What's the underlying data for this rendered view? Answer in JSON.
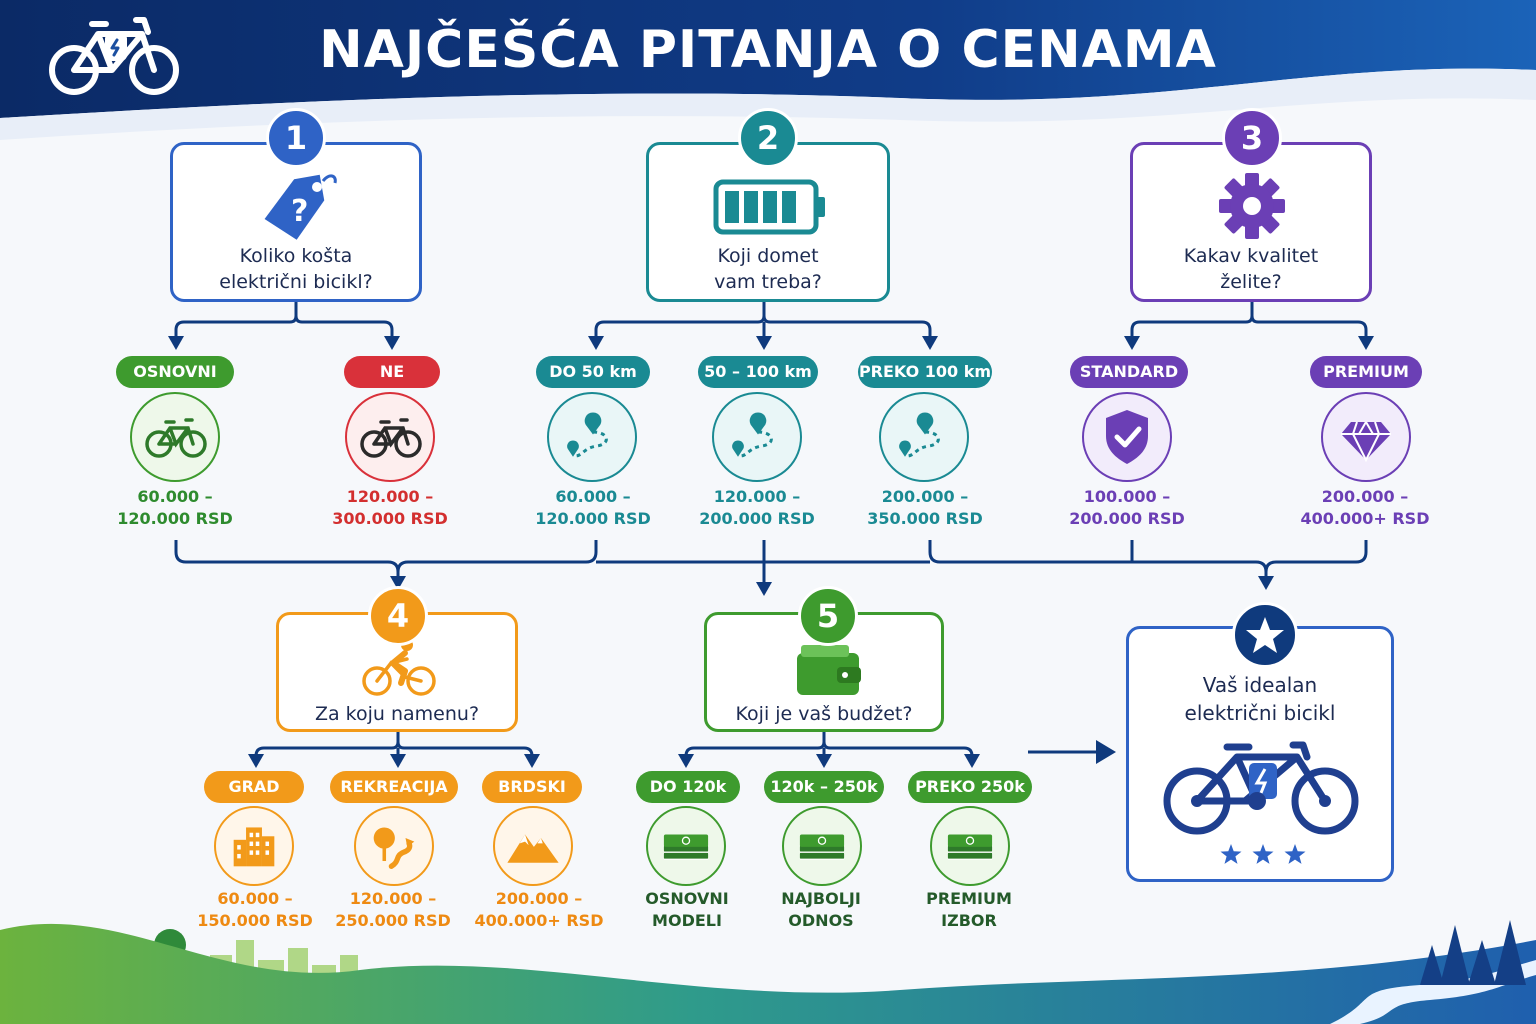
{
  "title": "NAJČEŠĆA PITANJA O CENAMA",
  "colors": {
    "navy": "#0f3a7d",
    "blue": "#2f63c6",
    "teal": "#1a8a93",
    "purple": "#6b3fb5",
    "orange": "#f29a1a",
    "green": "#3e9b2e",
    "red": "#d9313a"
  },
  "q1": {
    "number": "1",
    "text": [
      "Koliko košta",
      "električni bicikl?"
    ],
    "icon": "price-tag-question-icon",
    "options": [
      {
        "label": "OSNOVNI",
        "icon": "bicycle-icon",
        "price": [
          "60.000 –",
          "120.000 RSD"
        ]
      },
      {
        "label": "NE",
        "icon": "bicycle-icon",
        "price": [
          "120.000 –",
          "300.000 RSD"
        ]
      }
    ]
  },
  "q2": {
    "number": "2",
    "text": [
      "Koji domet",
      "vam treba?"
    ],
    "icon": "battery-icon",
    "options": [
      {
        "label": "DO 50 km",
        "icon": "route-pin-icon",
        "price": [
          "60.000 –",
          "120.000 RSD"
        ]
      },
      {
        "label": "50 – 100 km",
        "icon": "route-pin-icon",
        "price": [
          "120.000 –",
          "200.000 RSD"
        ]
      },
      {
        "label": "PREKO 100 km",
        "icon": "route-pin-icon",
        "price": [
          "200.000 –",
          "350.000 RSD"
        ]
      }
    ]
  },
  "q3": {
    "number": "3",
    "text": [
      "Kakav kvalitet",
      "želite?"
    ],
    "icon": "gear-icon",
    "options": [
      {
        "label": "STANDARD",
        "icon": "shield-check-icon",
        "price": [
          "100.000 –",
          "200.000 RSD"
        ]
      },
      {
        "label": "PREMIUM",
        "icon": "diamond-icon",
        "price": [
          "200.000 –",
          "400.000+ RSD"
        ]
      }
    ]
  },
  "q4": {
    "number": "4",
    "text": [
      "Za koju namenu?"
    ],
    "icon": "cyclist-icon",
    "options": [
      {
        "label": "GRAD",
        "icon": "city-buildings-icon",
        "price": [
          "60.000 –",
          "150.000 RSD"
        ]
      },
      {
        "label": "REKREACIJA",
        "icon": "tree-path-icon",
        "price": [
          "120.000 –",
          "250.000 RSD"
        ]
      },
      {
        "label": "BRDSKI",
        "icon": "mountains-icon",
        "price": [
          "200.000 –",
          "400.000+ RSD"
        ]
      }
    ]
  },
  "q5": {
    "number": "5",
    "text": [
      "Koji je vaš budžet?"
    ],
    "icon": "wallet-icon",
    "options": [
      {
        "label": "DO 120k",
        "icon": "money-stack-icon",
        "note": [
          "OSNOVNI",
          "MODELI"
        ]
      },
      {
        "label": "120k – 250k",
        "icon": "money-stack-icon",
        "note": [
          "NAJBOLJI",
          "ODNOS"
        ]
      },
      {
        "label": "PREKO 250k",
        "icon": "money-stack-icon",
        "note": [
          "PREMIUM",
          "IZBOR"
        ]
      }
    ]
  },
  "result": {
    "text": [
      "Vaš idealan",
      "električni bicikl"
    ],
    "icon": "electric-bike-icon",
    "badge_icon": "star-icon",
    "stars": 3
  }
}
